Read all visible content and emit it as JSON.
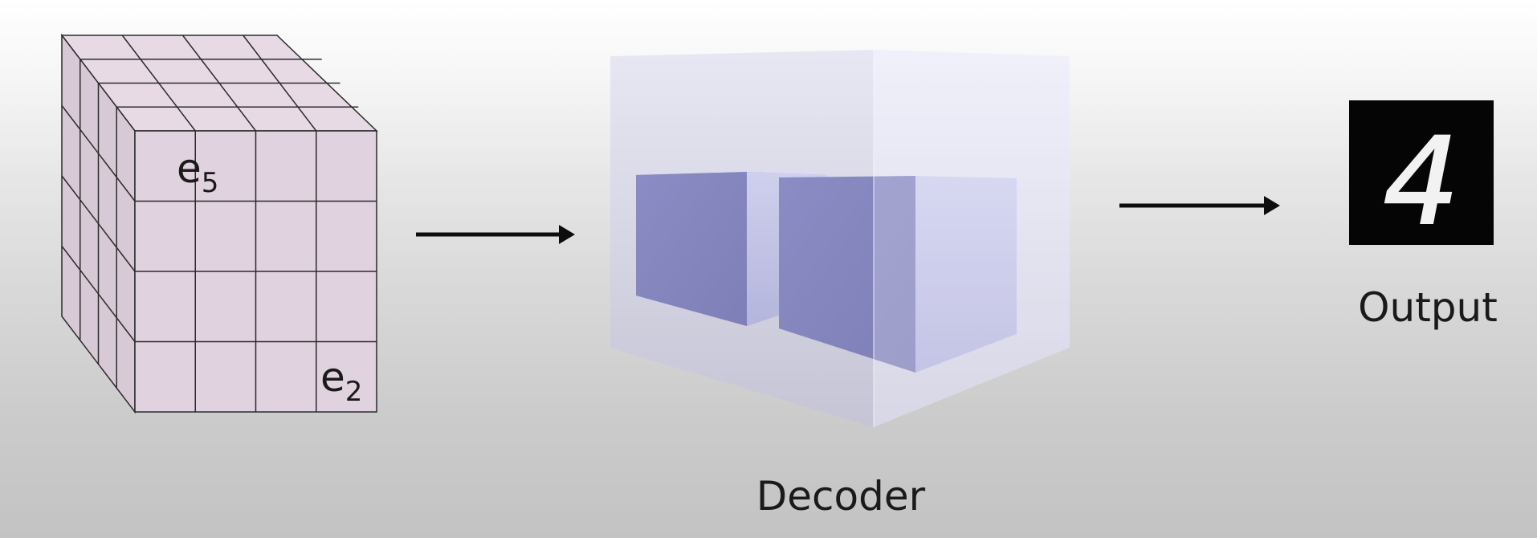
{
  "codebook": {
    "labels": [
      {
        "base": "e",
        "sub": "5"
      },
      {
        "base": "e",
        "sub": "2"
      }
    ],
    "colors": {
      "face": "#e0d2de",
      "edge": "#2b2b2b"
    }
  },
  "decoder": {
    "label": "Decoder",
    "colors": {
      "outer": "#dcdcf0",
      "inner": "#8a8bc4"
    }
  },
  "output": {
    "label": "Output",
    "digit": "4",
    "colors": {
      "background": "#050505",
      "digit": "#f2f2f2"
    }
  },
  "arrows": {
    "color": "#0d0d0d"
  }
}
